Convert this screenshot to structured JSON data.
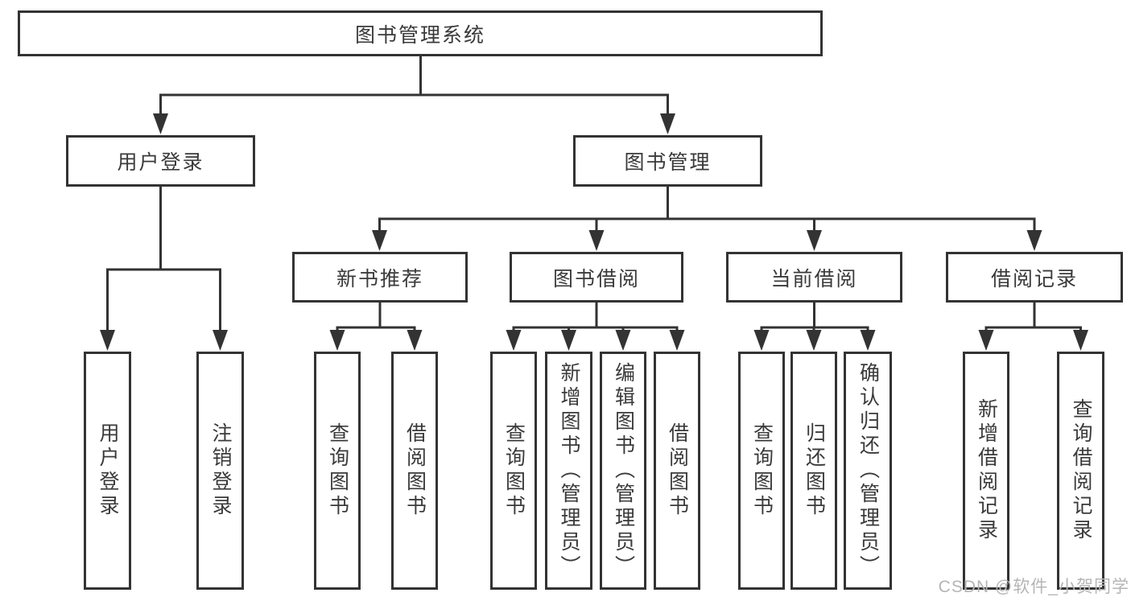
{
  "tree": {
    "label": "图书管理系统",
    "children": [
      {
        "label": "用户登录",
        "children": [
          {
            "label": "用户登录"
          },
          {
            "label": "注销登录"
          }
        ]
      },
      {
        "label": "图书管理",
        "children": [
          {
            "label": "新书推荐",
            "children": [
              {
                "label": "查询图书"
              },
              {
                "label": "借阅图书"
              }
            ]
          },
          {
            "label": "图书借阅",
            "children": [
              {
                "label": "查询图书"
              },
              {
                "label": "新增图书（管理员）"
              },
              {
                "label": "编辑图书（管理员）"
              },
              {
                "label": "借阅图书"
              }
            ]
          },
          {
            "label": "当前借阅",
            "children": [
              {
                "label": "查询图书"
              },
              {
                "label": "归还图书"
              },
              {
                "label": "确认归还（管理员）"
              }
            ]
          },
          {
            "label": "借阅记录",
            "children": [
              {
                "label": "新增借阅记录"
              },
              {
                "label": "查询借阅记录"
              }
            ]
          }
        ]
      }
    ]
  },
  "watermark": "CSDN @软件_小贺同学",
  "colors": {
    "line": "#333333",
    "text": "#3a3a3a",
    "box_background": "#ffffff",
    "page_background": "#ffffff",
    "watermark": "#b5b5b5"
  }
}
